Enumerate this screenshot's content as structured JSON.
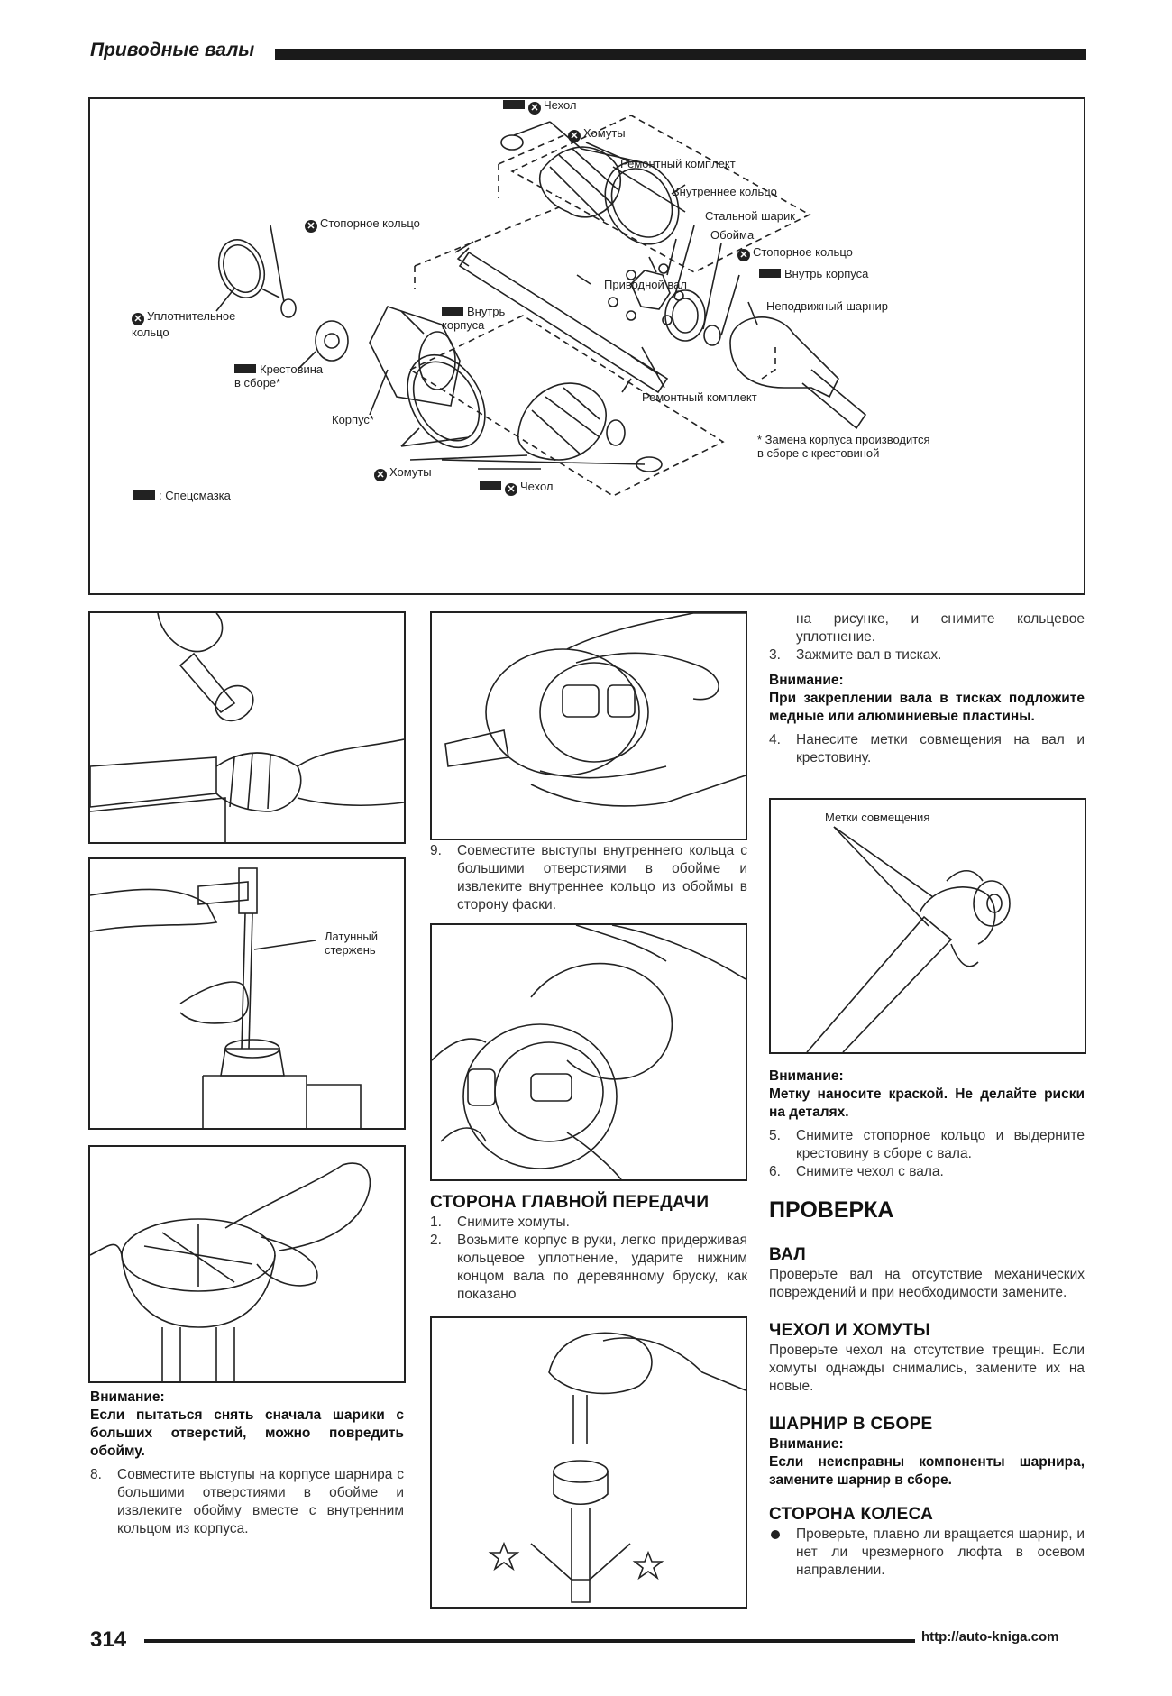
{
  "header": {
    "section_title": "Приводные валы"
  },
  "diagram": {
    "labels": {
      "boot": "Чехол",
      "clamps": "Хомуты",
      "repair_kit": "Ремонтный комплект",
      "inner_race": "Внутреннее кольцо",
      "steel_ball": "Стальной шарик",
      "cage": "Обойма",
      "snap_ring_top": "Стопорное кольцо",
      "snap_ring_right": "Стопорное кольцо",
      "inside_housing_right": "Внутрь корпуса",
      "fixed_joint": "Неподвижный шарнир",
      "drive_shaft": "Приводной вал",
      "seal_ring": "Уплотнительное\nкольцо",
      "spider": "Крестовина\nв сборе*",
      "housing": "Корпус*",
      "inside_housing_left": "Внутрь\nкорпуса",
      "repair_kit_lower": "Ремонтный комплект",
      "clamps_lower": "Хомуты",
      "boot_lower": "Чехол",
      "footnote": "* Замена корпуса производится\nв сборе с крестовиной",
      "legend": ": Спецсмазка"
    }
  },
  "figures": {
    "brass_rod_label": "Латунный\nстержень",
    "alignment_marks_label": "Метки совмещения"
  },
  "left_col": {
    "warning_title": "Внимание:",
    "warning_text": "Если пытаться снять сначала шарики с больших отверстий, можно повредить обойму.",
    "step8_num": "8.",
    "step8_text": "Совместите выступы на корпусе шарнира с большими отверстиями в обойме и извлеките обойму вместе с внутренним кольцом из корпуса."
  },
  "mid_col": {
    "step9_num": "9.",
    "step9_text": "Совместите выступы внутреннего кольца с большими отверстиями в обойме и извлеките внутреннее кольцо из обоймы в сторону фаски.",
    "section_title": "СТОРОНА ГЛАВНОЙ ПЕРЕДАЧИ",
    "step1_num": "1.",
    "step1_text": "Снимите хомуты.",
    "step2_num": "2.",
    "step2_text": "Возьмите корпус в руки, легко придерживая кольцевое уплотнение, ударите нижним концом вала по деревянному бруску, как показано"
  },
  "right_col": {
    "cont_text": "на рисунке, и снимите кольцевое уплотнение.",
    "step3_num": "3.",
    "step3_text": "Зажмите вал в тисках.",
    "warning1_title": "Внимание:",
    "warning1_text": "При закреплении вала в тисках подложите медные или алюминиевые пластины.",
    "step4_num": "4.",
    "step4_text": "Нанесите метки совмещения на вал и крестовину.",
    "warning2_title": "Внимание:",
    "warning2_text": "Метку наносите краской. Не делайте риски на деталях.",
    "step5_num": "5.",
    "step5_text": "Снимите стопорное кольцо и выдерните крестовину в сборе с вала.",
    "step6_num": "6.",
    "step6_text": "Снимите чехол с вала.",
    "inspection_title": "ПРОВЕРКА",
    "shaft_title": "ВАЛ",
    "shaft_text": "Проверьте вал на отсутствие механических повреждений и при необходимости замените.",
    "boot_title": "ЧЕХОЛ И ХОМУТЫ",
    "boot_text": "Проверьте чехол на отсутствие трещин. Если хомуты однажды снимались, замените их на новые.",
    "joint_title": "ШАРНИР В СБОРЕ",
    "joint_warning_title": "Внимание:",
    "joint_warning_text": "Если неисправны компоненты шарнира, замените шарнир в сборе.",
    "wheel_title": "СТОРОНА КОЛЕСА",
    "wheel_text": "Проверьте, плавно ли вращается шарнир, и нет ли чрезмерного люфта в осевом направлении."
  },
  "footer": {
    "page_number": "314",
    "url": "http://auto-kniga.com"
  }
}
